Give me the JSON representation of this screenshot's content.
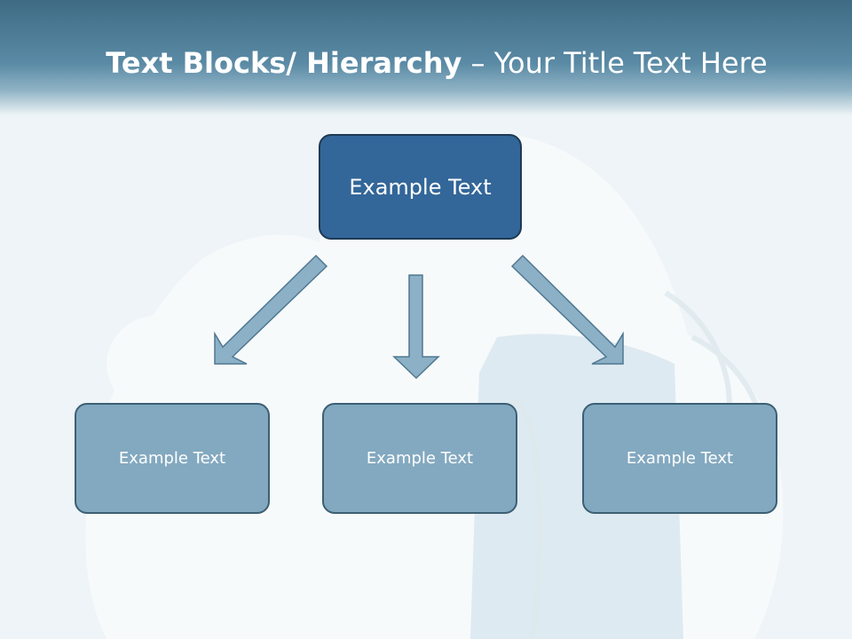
{
  "title": {
    "bold_part": "Text Blocks/ Hierarchy",
    "rest_part": " – Your Title Text Here"
  },
  "diagram": {
    "top_node": "Example Text",
    "children": [
      "Example Text",
      "Example Text",
      "Example Text"
    ]
  },
  "colors": {
    "title_bar": "#4a7893",
    "top_box_fill": "#336699",
    "top_box_border": "#1d3a54",
    "child_box_fill": "#83a9c0",
    "child_box_border": "#3c5f74",
    "arrow_fill": "#8cb0c6",
    "arrow_stroke": "#4f7891"
  }
}
